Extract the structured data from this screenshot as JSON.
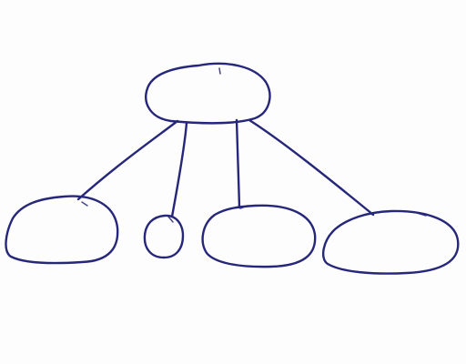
{
  "diagram": {
    "style": "hand-drawn ink sketch",
    "ink_color": "#26277a",
    "paper_color": "#fdfdfd",
    "nodes": [
      {
        "id": "root",
        "shape": "ellipse",
        "label": ""
      },
      {
        "id": "child-1",
        "shape": "ellipse",
        "label": ""
      },
      {
        "id": "child-2",
        "shape": "small-circle",
        "label": ""
      },
      {
        "id": "child-3",
        "shape": "ellipse",
        "label": ""
      },
      {
        "id": "child-4",
        "shape": "ellipse",
        "label": ""
      }
    ],
    "edges": [
      {
        "from": "root",
        "to": "child-1"
      },
      {
        "from": "root",
        "to": "child-2"
      },
      {
        "from": "root",
        "to": "child-3"
      },
      {
        "from": "root",
        "to": "child-4"
      }
    ]
  }
}
